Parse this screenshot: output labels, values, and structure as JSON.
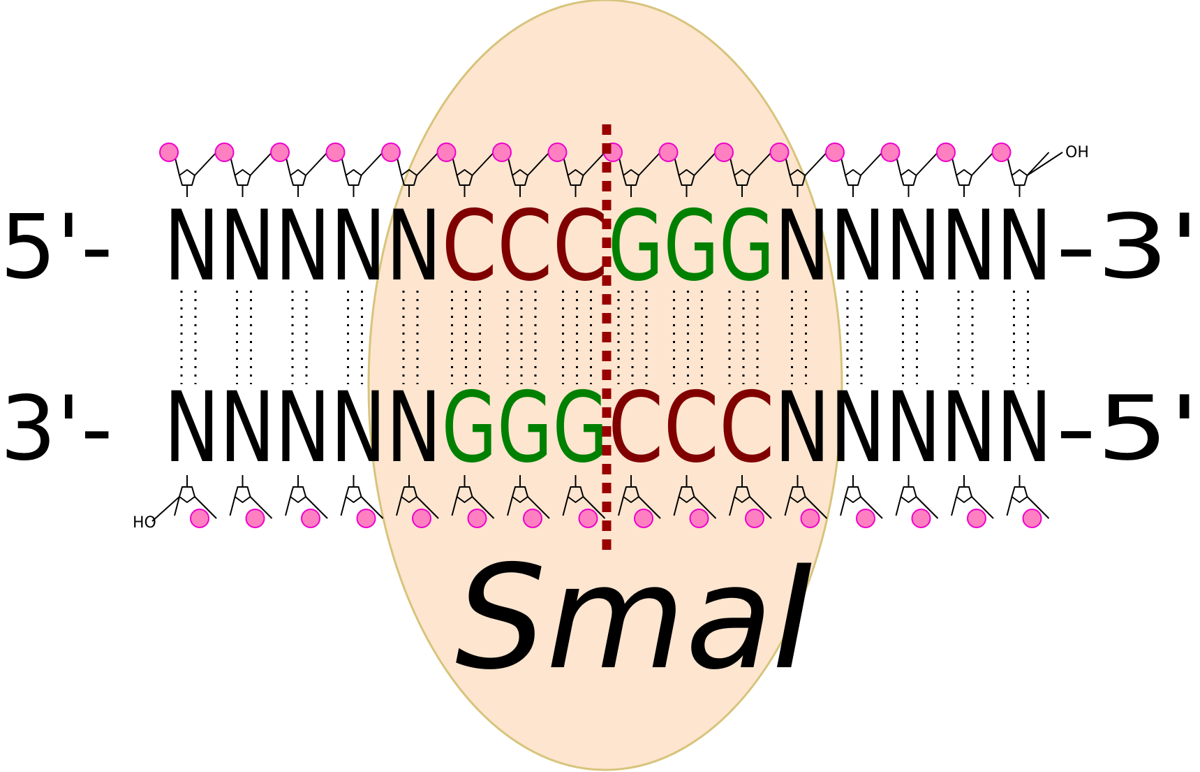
{
  "enzyme": {
    "name": "SmaI"
  },
  "ends": {
    "top_left": "5'-",
    "top_right": "-3'",
    "bottom_left": "3'-",
    "bottom_right": "-5'"
  },
  "top_strand": [
    "N",
    "N",
    "N",
    "N",
    "N",
    "C",
    "C",
    "C",
    "G",
    "G",
    "G",
    "N",
    "N",
    "N",
    "N",
    "N"
  ],
  "bottom_strand": [
    "N",
    "N",
    "N",
    "N",
    "N",
    "G",
    "G",
    "G",
    "C",
    "C",
    "C",
    "N",
    "N",
    "N",
    "N",
    "N"
  ],
  "hydrogen_bonds": [
    2,
    2,
    2,
    2,
    2,
    3,
    3,
    3,
    3,
    3,
    3,
    2,
    2,
    2,
    2,
    2
  ],
  "terminal_groups": {
    "top": "OH",
    "bottom": "HO"
  },
  "colors": {
    "N": "#000000",
    "C": "#800000",
    "G": "#008000",
    "phosphate_fill": "#ff80c0",
    "phosphate_stroke": "#ee00cc",
    "enzyme_fill": "#fde5cf",
    "enzyme_stroke": "#d7c47c",
    "cut_line": "#990000"
  }
}
